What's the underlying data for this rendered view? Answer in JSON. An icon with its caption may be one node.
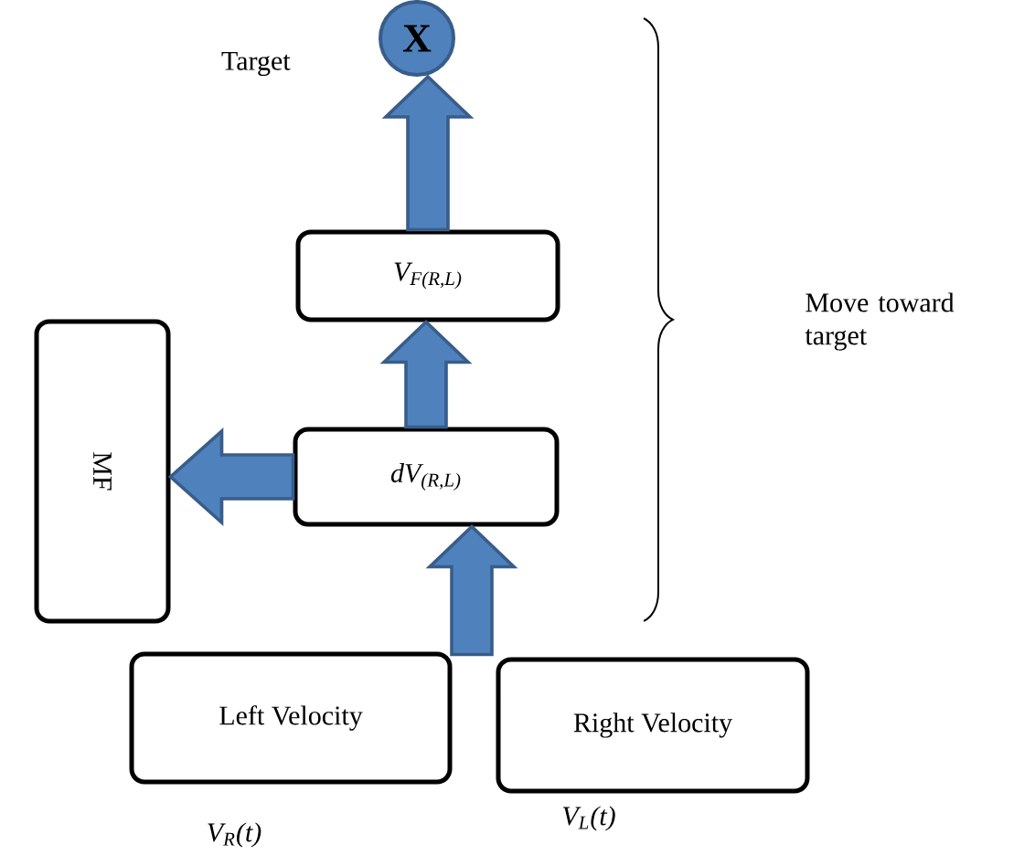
{
  "diagram": {
    "nodes": [
      {
        "text": [
          "X"
        ],
        "beside": [
          "Target"
        ]
      },
      {
        "text": [
          "V$_{F(R,L)}$"
        ]
      },
      {
        "text": [
          "dV$_{(R,L)}$"
        ]
      },
      {
        "text": [
          "MF"
        ]
      },
      {
        "text": [
          "Left Velocity"
        ],
        "beside": [
          "V$_{R}$(t)"
        ]
      },
      {
        "text": [
          "Right Velocity"
        ],
        "beside": [
          "V$_{L}$(t)"
        ]
      }
    ],
    "edges": [
      {
        "from": 1,
        "to": 0,
        "arrow": "to"
      },
      {
        "from": 2,
        "to": 1,
        "arrow": "to"
      },
      {
        "from": 2,
        "to": 3,
        "arrow": "to"
      },
      {
        "from": 4,
        "to": 2,
        "arrow": "to"
      },
      {
        "from": 5,
        "to": 2,
        "arrow": "to"
      }
    ],
    "labels": [
      "Move toward target"
    ]
  }
}
